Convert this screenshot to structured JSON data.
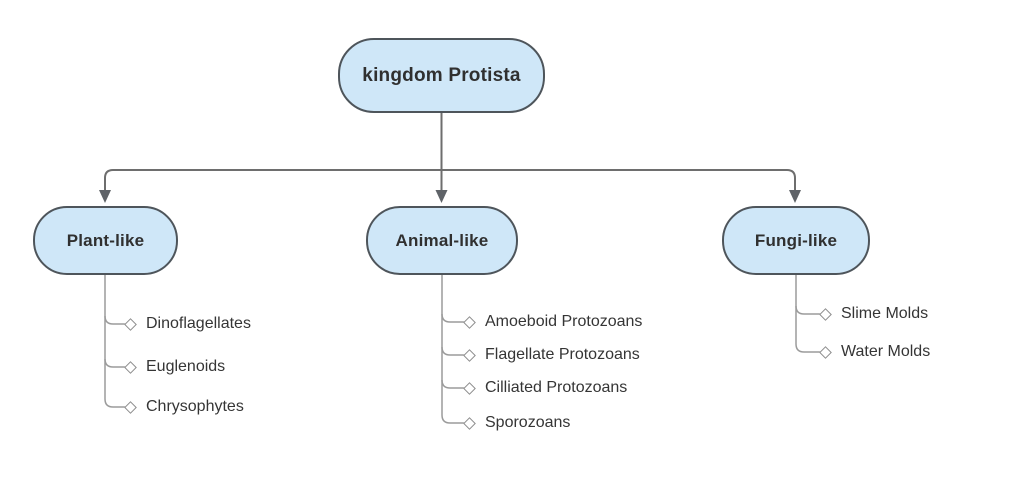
{
  "diagram": {
    "root": {
      "label": "kingdom Protista"
    },
    "branches": [
      {
        "label": "Plant-like",
        "items": [
          "Dinoflagellates",
          "Euglenoids",
          "Chrysophytes"
        ]
      },
      {
        "label": "Animal-like",
        "items": [
          "Amoeboid Protozoans",
          "Flagellate Protozoans",
          "Cilliated Protozoans",
          "Sporozoans"
        ]
      },
      {
        "label": "Fungi-like",
        "items": [
          "Slime Molds",
          "Water Molds"
        ]
      }
    ],
    "colors": {
      "node_fill": "#cfe7f8",
      "node_border": "#4e555b",
      "connector_line": "#6e6e6e",
      "arrowhead": "#5f6368",
      "branch_line": "#9b9b9b",
      "diamond_outline": "#8d8d8d",
      "text": "#303030"
    }
  }
}
